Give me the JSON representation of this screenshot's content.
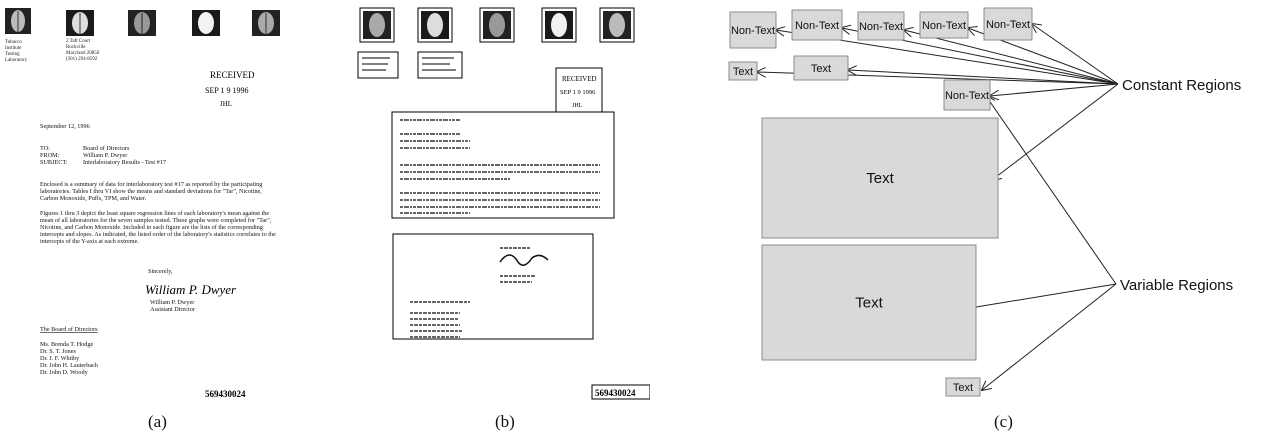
{
  "panel_a": {
    "caption": "(a)",
    "sender": [
      "Tobacco",
      "Institute",
      "Testing",
      "Laboratory"
    ],
    "address": [
      "2 Taft Court",
      "Rockville",
      "Maryland 20850",
      "(301) 294-8592"
    ],
    "stamp": [
      "RECEIVED",
      "SEP 1 9 1996",
      "JHL"
    ],
    "date": "September 12, 1996",
    "to_label": "TO:",
    "to_value": "Board of Directors",
    "from_label": "FROM:",
    "from_value": "William P. Dwyer",
    "subject_label": "SUBJECT:",
    "subject_value": "Interlaboratory Results - Test #17",
    "para1": [
      "Enclosed is a summary of data for interlaboratory test #17 as reported by the participating",
      "laboratories. Tables I thru VI show the means and standard deviations for \"Tar\", Nicotine,",
      "Carbon Monoxide, Puffs, TPM, and Water."
    ],
    "para2": [
      "Figures 1 thru 3 depict the least square regression lines of each laboratory's mean against the",
      "mean of all laboratories for the seven samples tested. These graphs were completed for \"Tar\",",
      "Nicotine, and Carbon Monoxide. Included in each figure are the lists of the corresponding",
      "intercepts and slopes. As indicated, the listed order of the laboratory's statistics correlates to the",
      "intercepts of the Y-axis at each extreme."
    ],
    "closing": "Sincerely,",
    "signature": "William P. Dwyer",
    "name": "William P. Dwyer",
    "title": "Assistant Director",
    "board_heading": "The Board of Directors",
    "board": [
      "Ms. Brenda T. Hodge",
      "Dr. S. T. Jones",
      "Dr. J. F. Whitby",
      "Dr. John H. Lauterbach",
      "Dr. John D. Woody"
    ],
    "doc_number": "569430024"
  },
  "panel_b": {
    "caption": "(b)",
    "stamp": [
      "RECEIVED",
      "SEP 1 9 1996",
      "JHL"
    ],
    "doc_number": "569430024"
  },
  "panel_c": {
    "caption": "(c)",
    "boxes": [
      {
        "label": "Non-Text"
      },
      {
        "label": "Non-Text"
      },
      {
        "label": "Non-Text"
      },
      {
        "label": "Non-Text"
      },
      {
        "label": "Non-Text"
      },
      {
        "label": "Text"
      },
      {
        "label": "Text"
      },
      {
        "label": "Non-Text"
      },
      {
        "label": "Text"
      },
      {
        "label": "Text"
      },
      {
        "label": "Text"
      }
    ],
    "constant_label": "Constant Regions",
    "variable_label": "Variable Regions"
  },
  "colors": {
    "box_fill": "#d9d9d9",
    "box_stroke": "#8c8c8c",
    "line": "#222222"
  }
}
